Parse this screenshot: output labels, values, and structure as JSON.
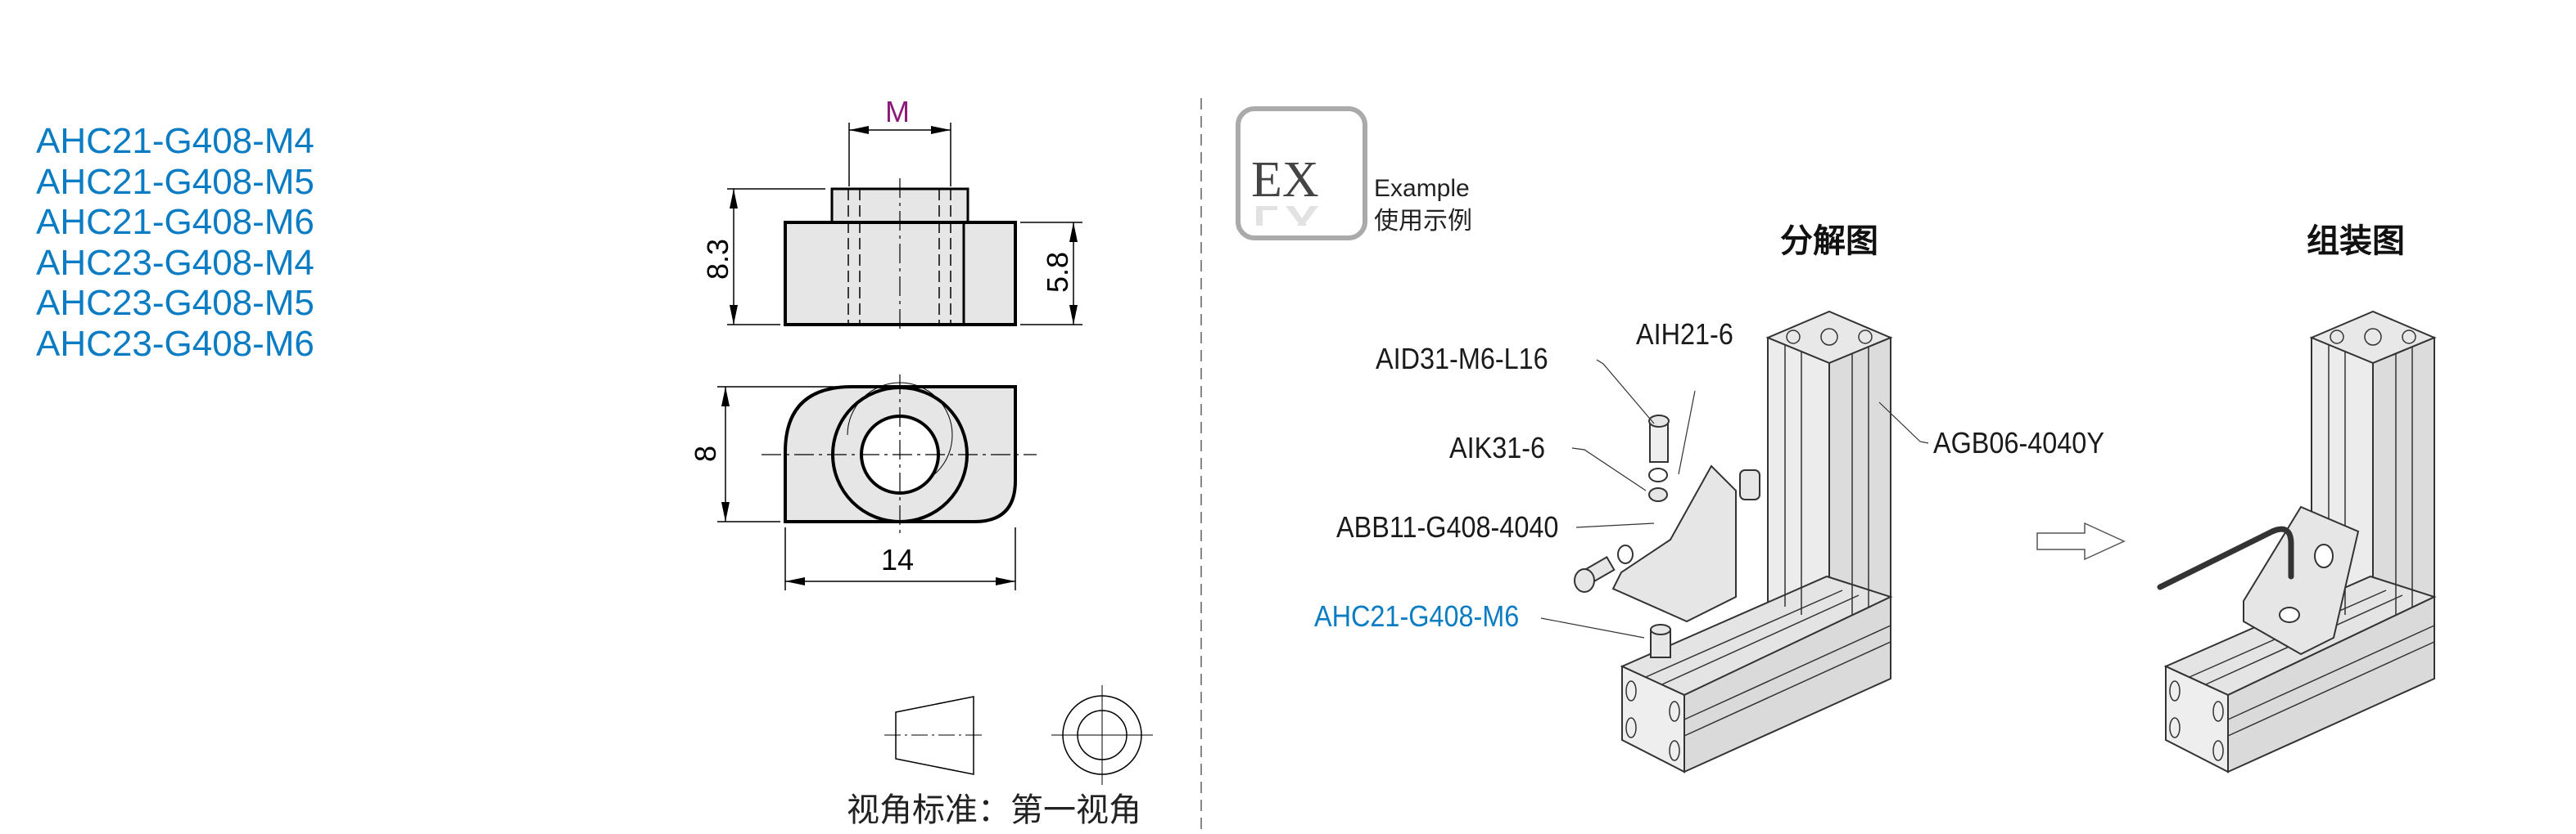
{
  "part_numbers": [
    "AHC21-G408-M4",
    "AHC21-G408-M5",
    "AHC21-G408-M6",
    "AHC23-G408-M4",
    "AHC23-G408-M5",
    "AHC23-G408-M6"
  ],
  "dimensions": {
    "thread": "M",
    "height_total": "8.3",
    "height_body": "5.8",
    "width": "8",
    "length": "14"
  },
  "projection": {
    "label": "视角标准：第一视角"
  },
  "example": {
    "badge": "EX",
    "label_en": "Example",
    "label_cn": "使用示例"
  },
  "titles": {
    "exploded": "分解图",
    "assembled": "组装图"
  },
  "callouts": {
    "aid": "AID31-M6-L16",
    "aih": "AIH21-6",
    "aik": "AIK31-6",
    "abb": "ABB11-G408-4040",
    "ahc": "AHC21-G408-M6",
    "agb": "AGB06-4040Y"
  },
  "colors": {
    "accent_blue": "#0a7cc4",
    "dim_magenta": "#8b1a7a",
    "part_fill": "#e6e6e6"
  }
}
